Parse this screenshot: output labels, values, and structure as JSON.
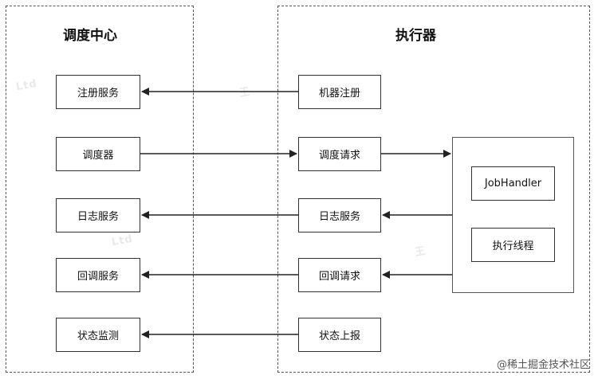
{
  "scheduler": {
    "title": "调度中心",
    "items": [
      "注册服务",
      "调度器",
      "日志服务",
      "回调服务",
      "状态监测"
    ]
  },
  "executor": {
    "title": "执行器",
    "items": [
      "机器注册",
      "调度请求",
      "日志服务",
      "回调请求",
      "状态上报"
    ],
    "inner": [
      "JobHandler",
      "执行线程"
    ]
  },
  "watermark": "@稀土掘金技术社区"
}
